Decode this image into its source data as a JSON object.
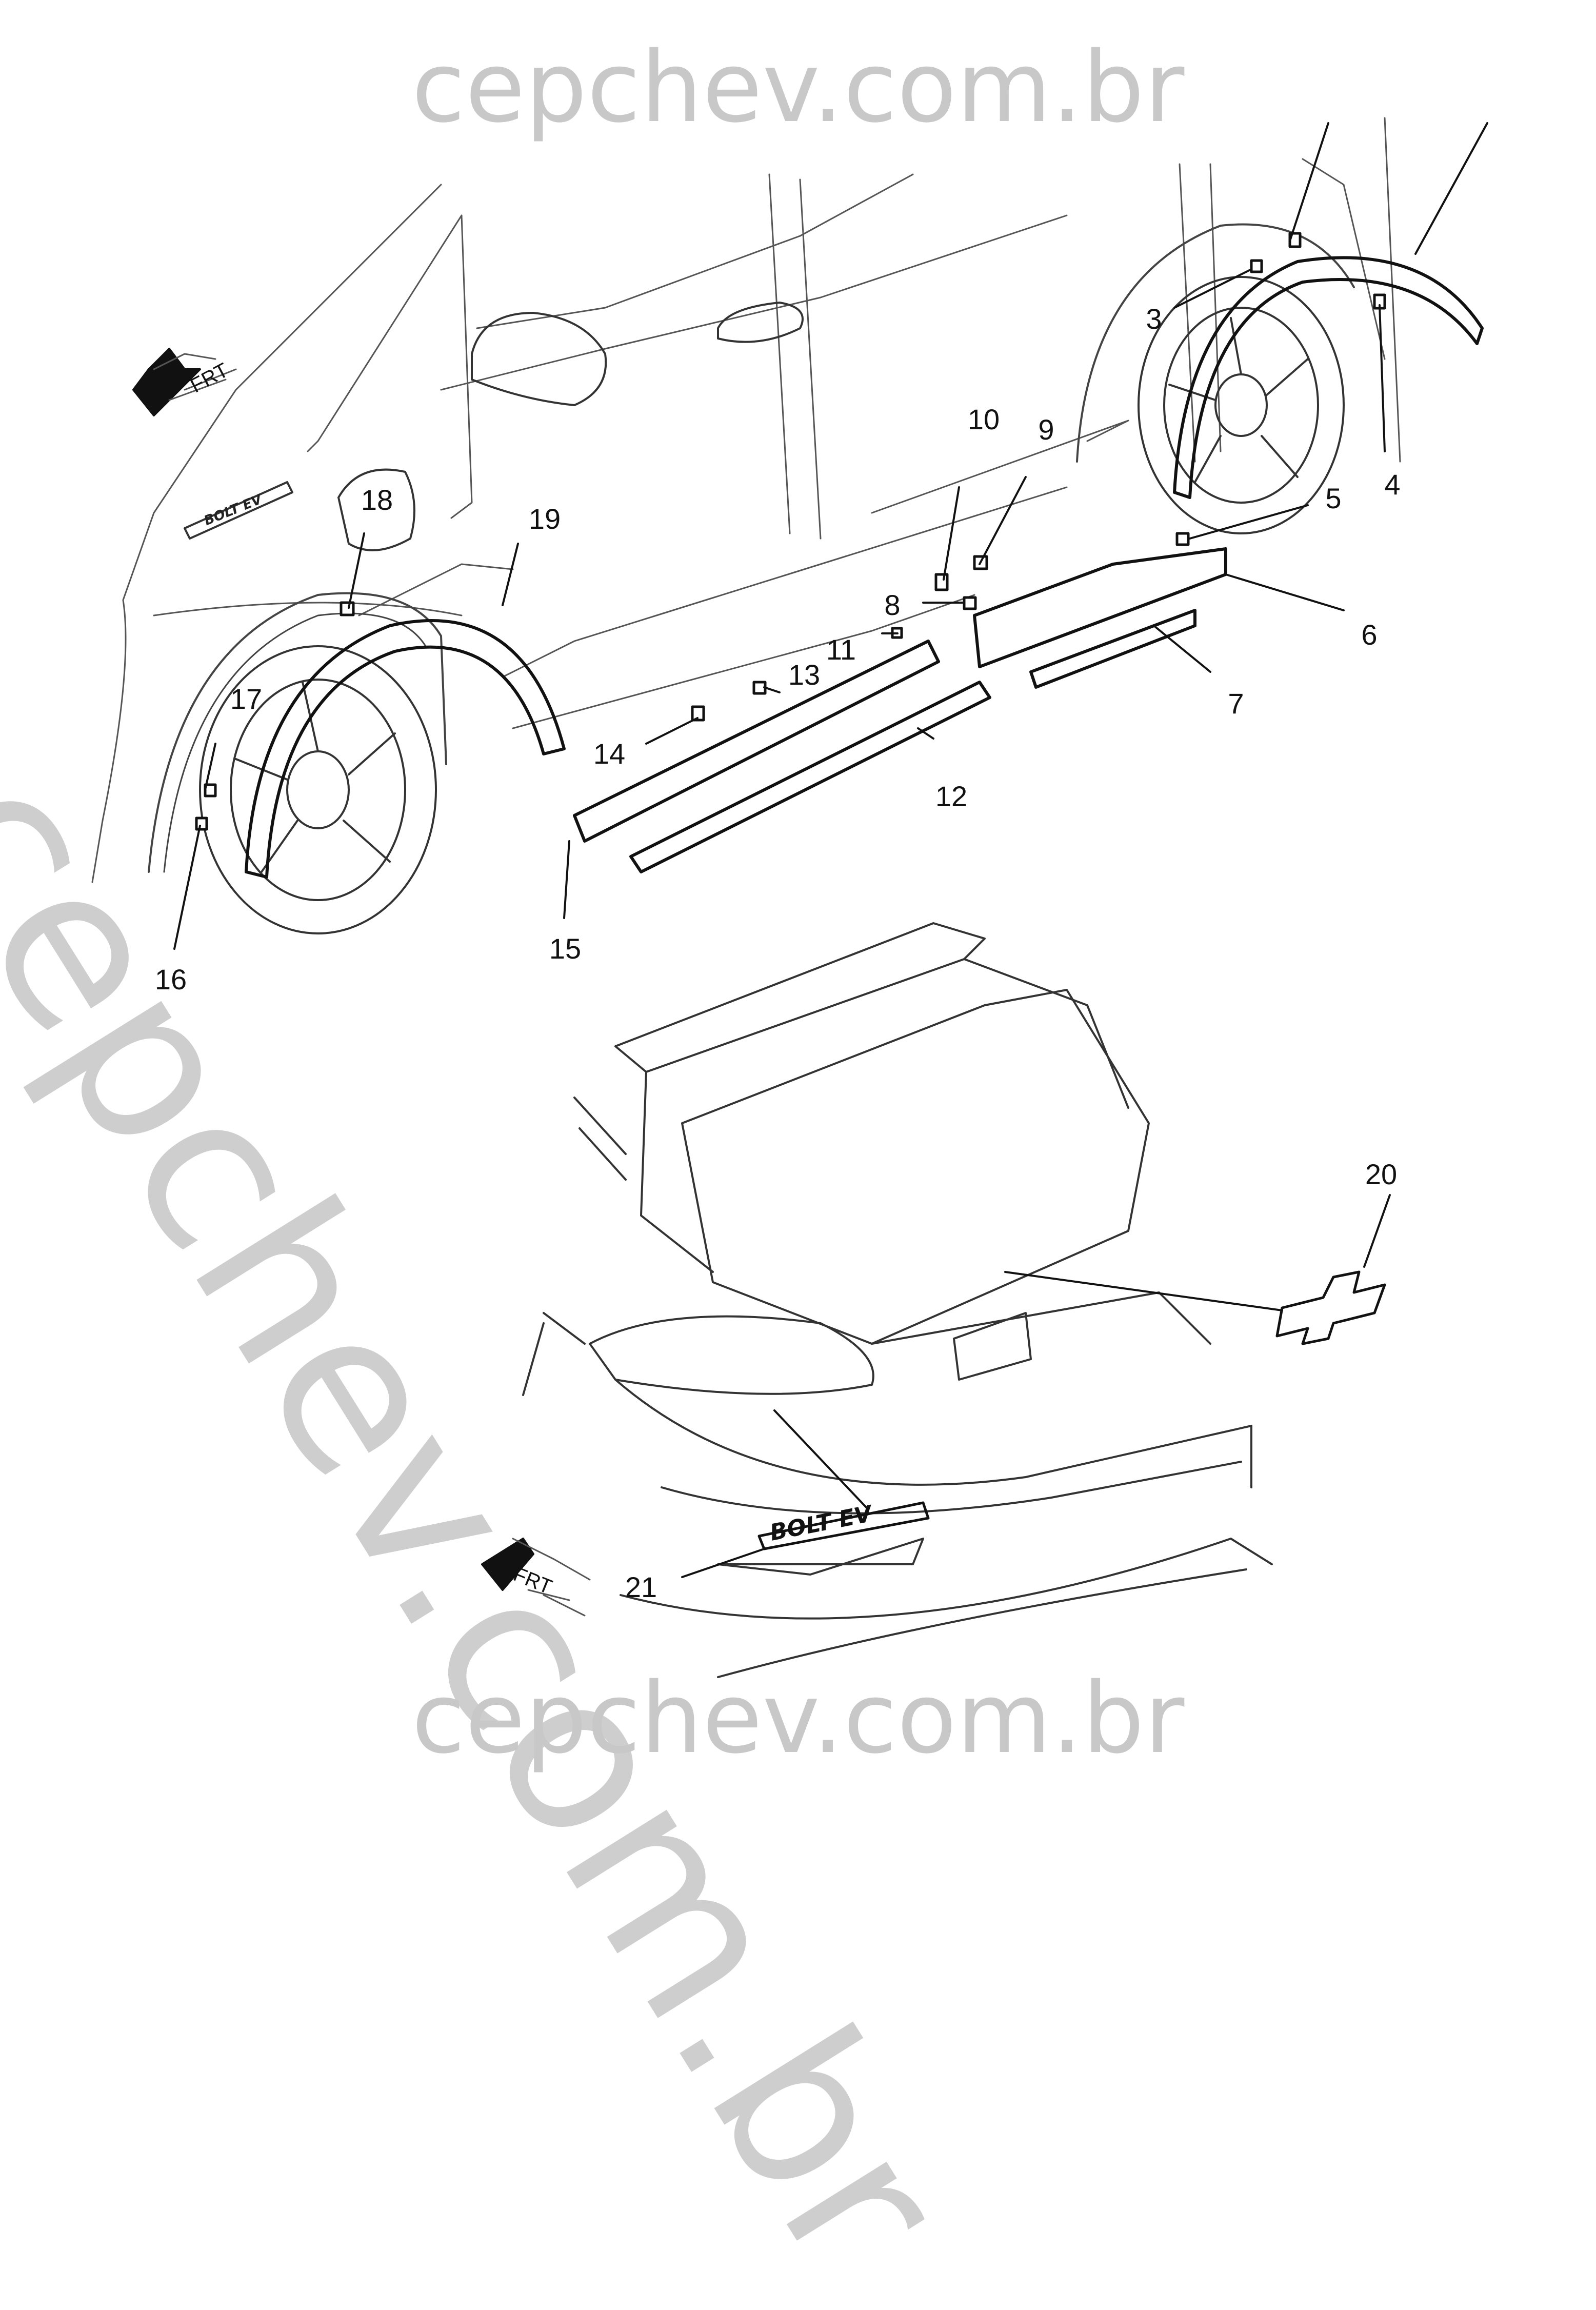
{
  "watermark": {
    "text": "cepchev.com.br",
    "color": "#c8c8c8"
  },
  "orientation_markers": [
    {
      "label": "FRT"
    },
    {
      "label": "FRT"
    }
  ],
  "emblems": {
    "side_badge_text": "BOLT EV",
    "rear_badge_text": "BOLT EV"
  },
  "callouts": [
    "3",
    "4",
    "5",
    "6",
    "7",
    "8",
    "9",
    "10",
    "11",
    "12",
    "13",
    "14",
    "15",
    "16",
    "17",
    "18",
    "19",
    "20",
    "21"
  ]
}
